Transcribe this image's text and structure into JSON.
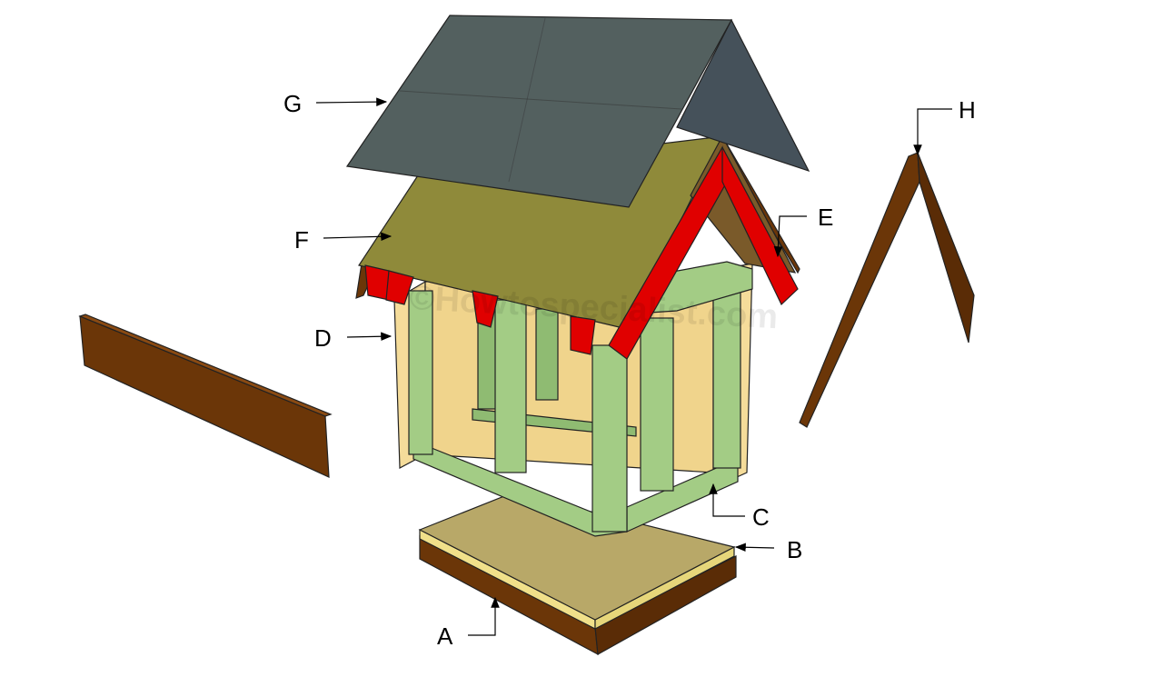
{
  "labels": {
    "a": "A",
    "b": "B",
    "c": "C",
    "d": "D",
    "e": "E",
    "f": "F",
    "g": "G",
    "h": "H"
  },
  "watermark": "©Howtospecialist.com",
  "colors": {
    "roof_shingles": "#4f5a5c",
    "roof_sheathing": "#8f8a3a",
    "rafters": "#e00000",
    "frame": "#a3cc85",
    "wall_panels": "#f5dc9a",
    "trim_boards": "#6b3608",
    "floor_top": "#b8a868",
    "floor_edge": "#f0e08a"
  }
}
